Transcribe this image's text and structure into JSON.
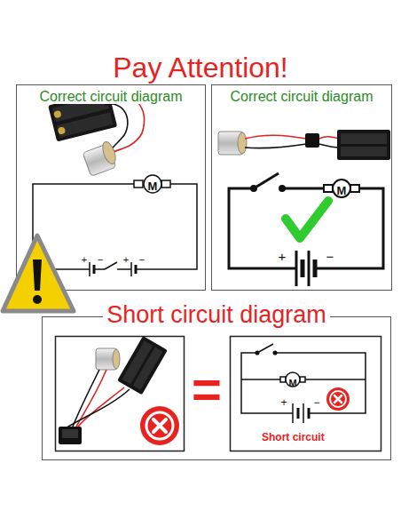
{
  "diagram": {
    "title": "Pay Attention!",
    "nodes": [
      {
        "text": [
          "Correct circuit diagram"
        ]
      },
      {
        "text": [
          "M"
        ],
        "in": 0
      },
      {
        "text": [
          "Correct circuit diagram"
        ]
      },
      {
        "text": [
          "M"
        ],
        "in": 2
      },
      {
        "text": [
          "Short circuit diagram"
        ]
      },
      {
        "text": [
          "Short circuit"
        ],
        "in": 4
      },
      {
        "text": [
          "M"
        ],
        "in": 5
      }
    ],
    "labels": [
      "+",
      "−",
      "+",
      "−",
      "+",
      "−",
      "=",
      "+",
      "−"
    ]
  }
}
